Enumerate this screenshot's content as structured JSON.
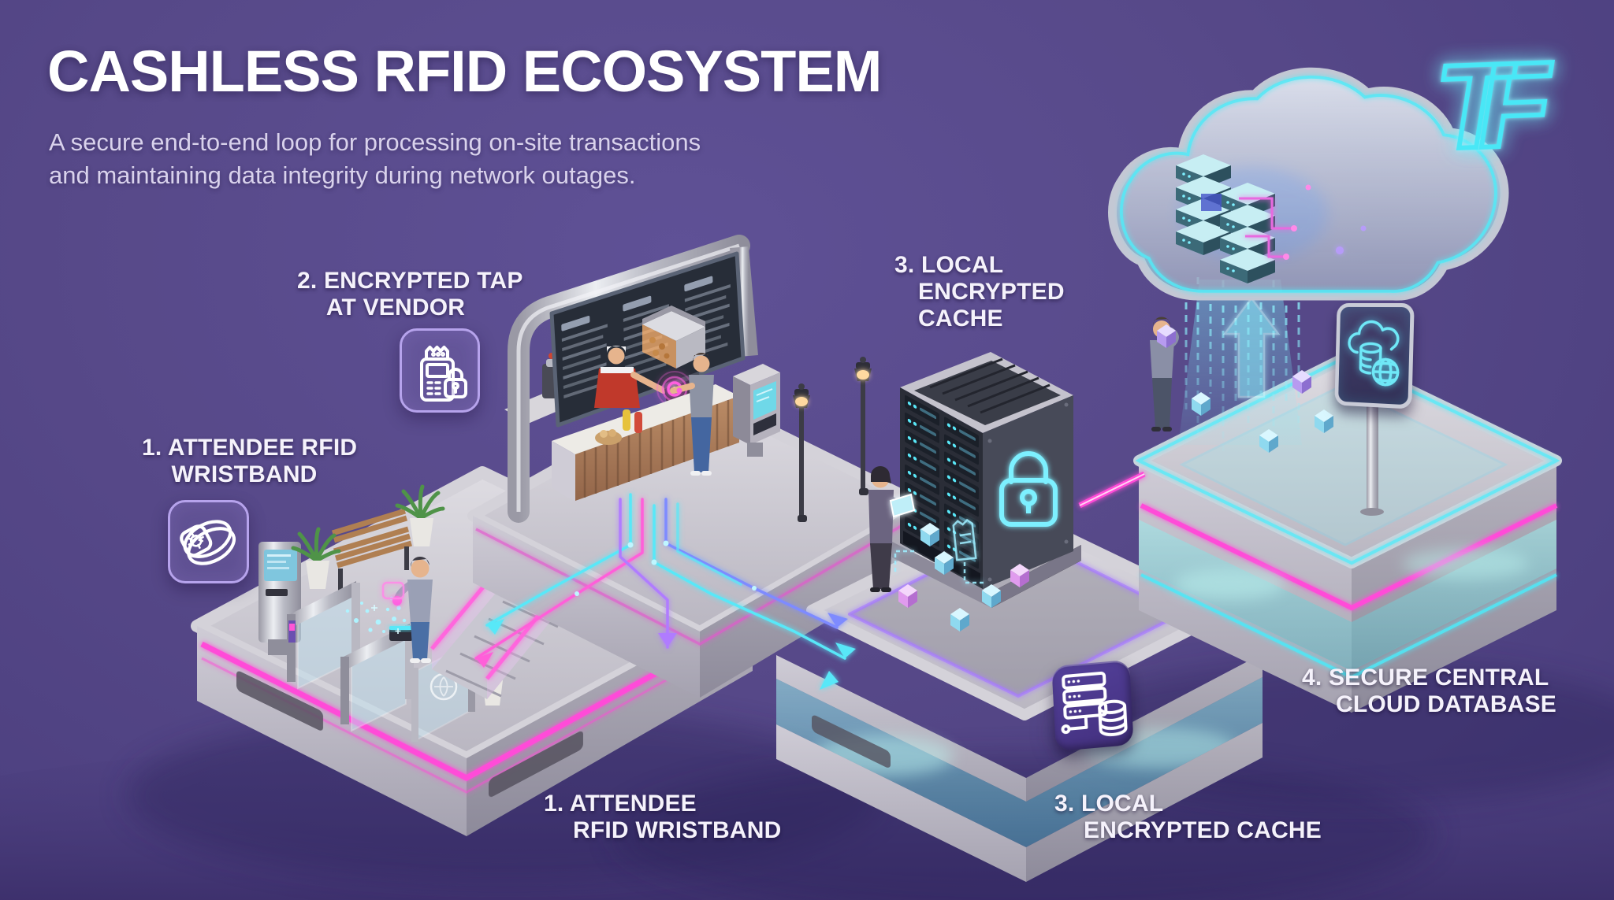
{
  "header": {
    "title": "CASHLESS RFID ECOSYSTEM",
    "subtitle_lines": [
      "A secure end-to-end loop for processing on-site transactions",
      "and maintaining data integrity during network outages."
    ],
    "logo_text": "TF"
  },
  "step_labels": {
    "step1_side": {
      "lines": [
        "1. ATTENDEE RFID",
        "WRISTBAND"
      ]
    },
    "step2_vendor": {
      "lines": [
        "2. ENCRYPTED TAP",
        "AT VENDOR"
      ]
    },
    "step3_top": {
      "lines": [
        "3. LOCAL",
        "ENCRYPTED",
        "CACHE"
      ]
    },
    "step4_cloud": {
      "lines": [
        "4. SECURE CENTRAL",
        "CLOUD DATABASE"
      ]
    },
    "step1_bottom": {
      "lines": [
        "1. ATTENDEE",
        "RFID WRISTBAND"
      ]
    },
    "step3_bottom": {
      "lines": [
        "3. LOCAL",
        "ENCRYPTED CACHE"
      ]
    }
  },
  "icons": {
    "step1_badge": "rfid-wristband-icon",
    "step2_badge": "pos-terminal-lock-icon",
    "step3_badge": "server-database-icon",
    "step4_sign": "cloud-database-globe-icon",
    "logo": "tf-neon-monogram"
  },
  "colors": {
    "background": "#56488a",
    "neon_pink": "#ff4bd8",
    "neon_cyan": "#4fe8f7",
    "badge_purple": "#4a3487",
    "label_text": "#f5f2fb"
  }
}
